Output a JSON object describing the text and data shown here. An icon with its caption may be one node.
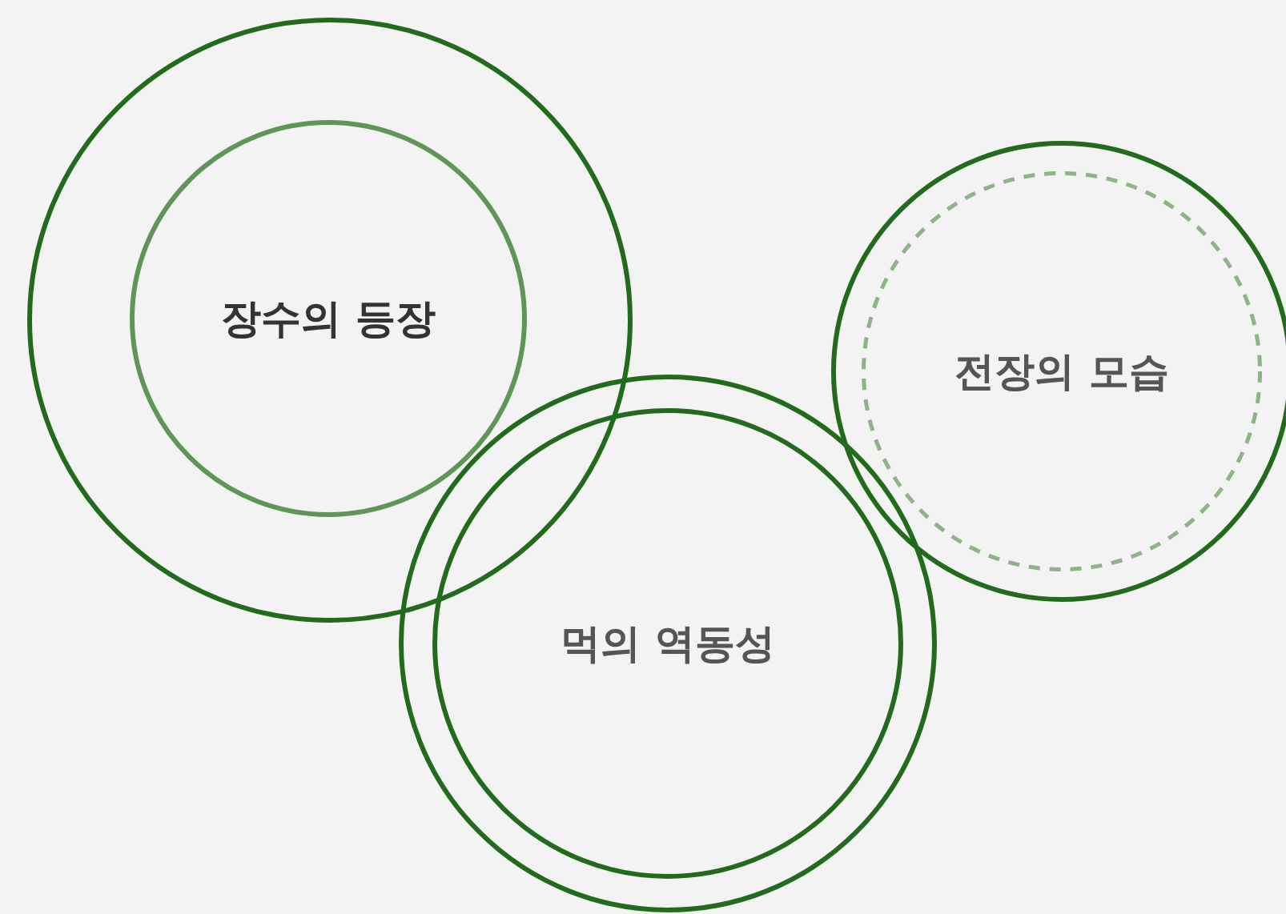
{
  "diagram": {
    "nodes": [
      {
        "text": [],
        "shape": "circle"
      },
      {
        "text": [
          "장수의 등장"
        ],
        "in": 0
      },
      {
        "text": [],
        "shape": "circle"
      },
      {
        "text": [
          "전장의 모습"
        ],
        "in": 2
      },
      {
        "text": [],
        "shape": "circle"
      },
      {
        "text": [
          "먹의 역동성"
        ],
        "in": 4
      }
    ]
  }
}
